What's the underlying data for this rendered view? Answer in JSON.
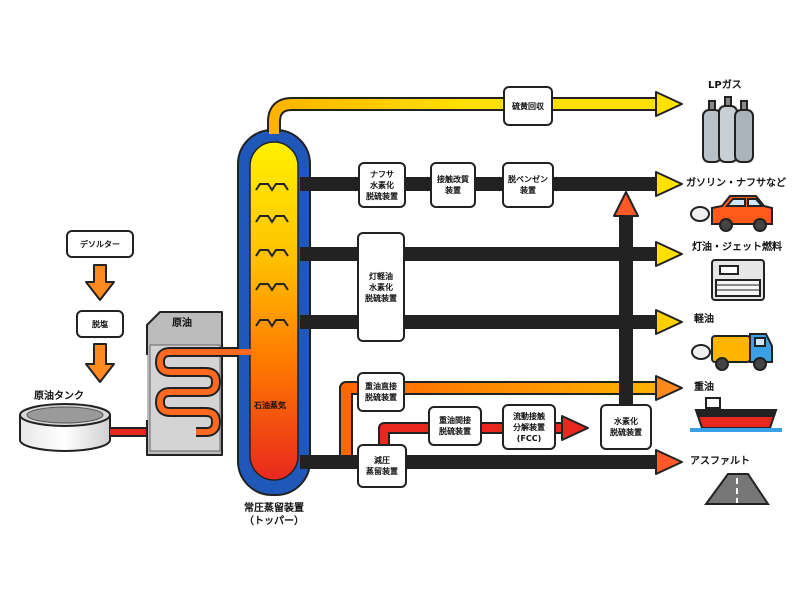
{
  "colors": {
    "pipe_yellow": "#ffe000",
    "pipe_orange": "#ff9a00",
    "pipe_red": "#e8281e",
    "tower_blue": "#1f58b8",
    "outline": "#222222"
  },
  "inputs": {
    "desalter": "デソルター",
    "desalting": "脱塩",
    "crude_tank": "原油タンク",
    "heater": "原油"
  },
  "tower": {
    "inner_label": "石油蒸気",
    "name_line1": "常圧蒸留装置",
    "name_line2": "（トッパー）"
  },
  "units": {
    "sulfur_recovery": "硫黄回収",
    "naphtha_hds": "ナフサ\n水素化\n脱硫装置",
    "catalytic_reformer": "接触改質\n装置",
    "debenzene": "脱ベンゼン\n装置",
    "kerosene_hds": "灯軽油\n水素化\n脱硫装置",
    "direct_hds": "重油直接\n脱硫装置",
    "vacuum_distill": "減圧\n蒸留装置",
    "indirect_hds": "重油間接\n脱硫装置",
    "fcc": "流動接触\n分解装置\n(FCC)",
    "hydro_hds": "水素化\n脱硫装置"
  },
  "products": {
    "lpg": "LPガス",
    "gasoline": "ガソリン・ナフサなど",
    "kerosene": "灯油・ジェット燃料",
    "diesel": "軽油",
    "heavy_oil": "重油",
    "asphalt": "アスファルト"
  },
  "icons": [
    "gas-cylinders-icon",
    "car-icon",
    "heater-icon",
    "truck-icon",
    "tanker-ship-icon",
    "road-icon"
  ]
}
